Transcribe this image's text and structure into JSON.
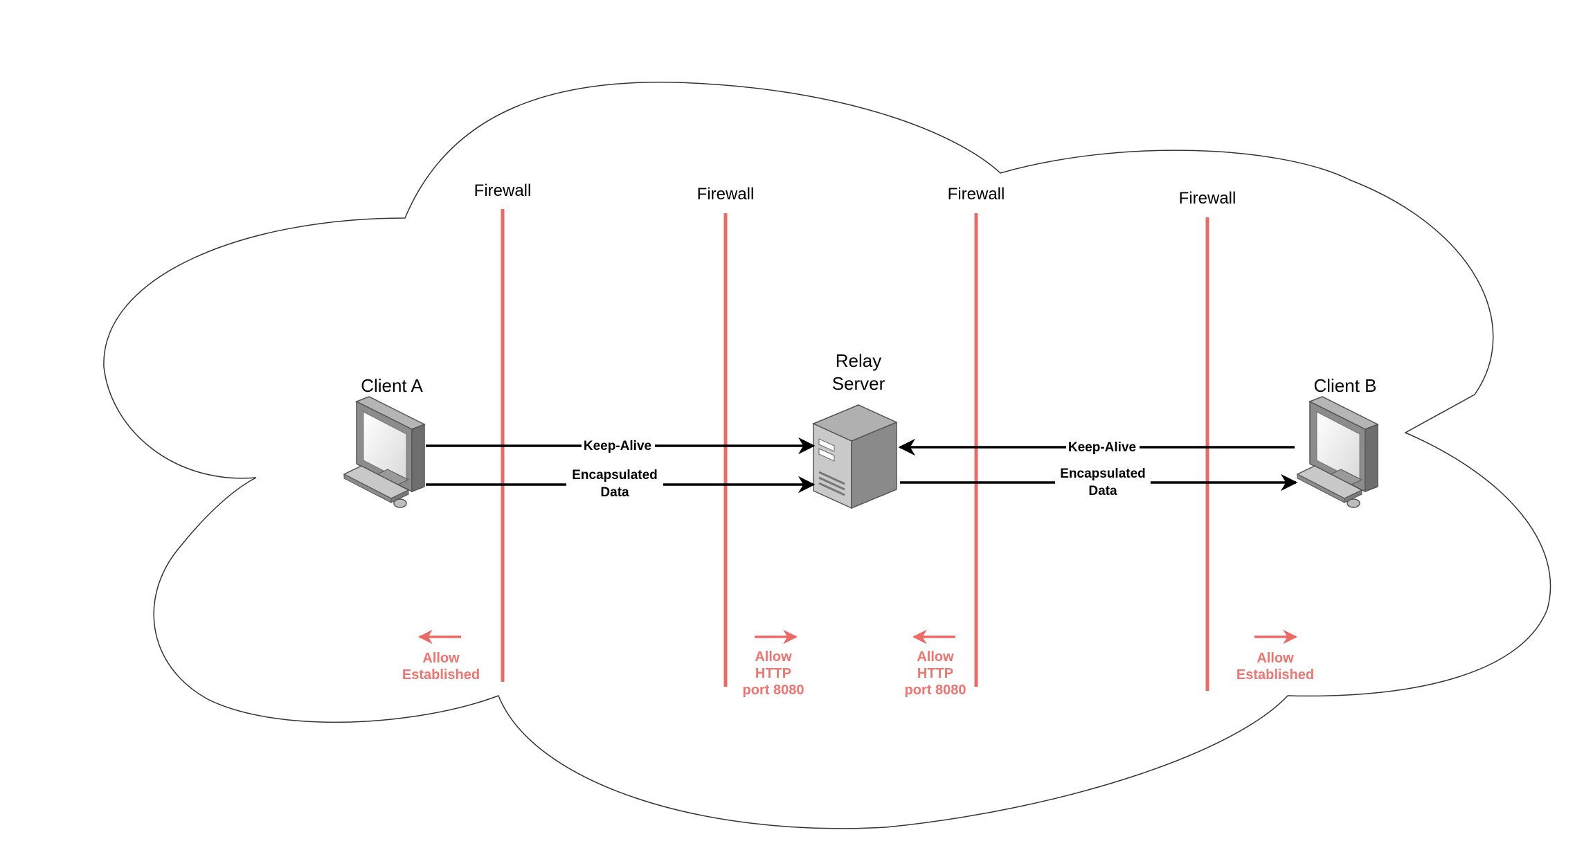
{
  "colors": {
    "firewall": "#ea6b66",
    "rule_text": "#f07470",
    "arrow": "#000000",
    "cloud_stroke": "#333333"
  },
  "nodes": {
    "client_a": {
      "label": "Client A",
      "icon": "desktop-computer-icon"
    },
    "client_b": {
      "label": "Client B",
      "icon": "desktop-computer-icon"
    },
    "relay": {
      "label_line1": "Relay",
      "label_line2": "Server",
      "icon": "server-tower-icon"
    }
  },
  "firewalls": [
    {
      "label": "Firewall",
      "rule": [
        "Allow",
        "Established"
      ],
      "rule_direction": "left"
    },
    {
      "label": "Firewall",
      "rule": [
        "Allow",
        "HTTP",
        "port 8080"
      ],
      "rule_direction": "right"
    },
    {
      "label": "Firewall",
      "rule": [
        "Allow",
        "HTTP",
        "port 8080"
      ],
      "rule_direction": "left"
    },
    {
      "label": "Firewall",
      "rule": [
        "Allow",
        "Established"
      ],
      "rule_direction": "right"
    }
  ],
  "edges": {
    "left_keepalive": {
      "label": "Keep-Alive",
      "from": "Client A",
      "to": "Relay Server"
    },
    "left_data": {
      "label_line1": "Encapsulated",
      "label_line2": "Data",
      "from": "Client A",
      "to": "Relay Server"
    },
    "right_keepalive": {
      "label": "Keep-Alive",
      "from": "Client B",
      "to": "Relay Server"
    },
    "right_data": {
      "label_line1": "Encapsulated",
      "label_line2": "Data",
      "from": "Relay Server",
      "to": "Client B"
    }
  }
}
